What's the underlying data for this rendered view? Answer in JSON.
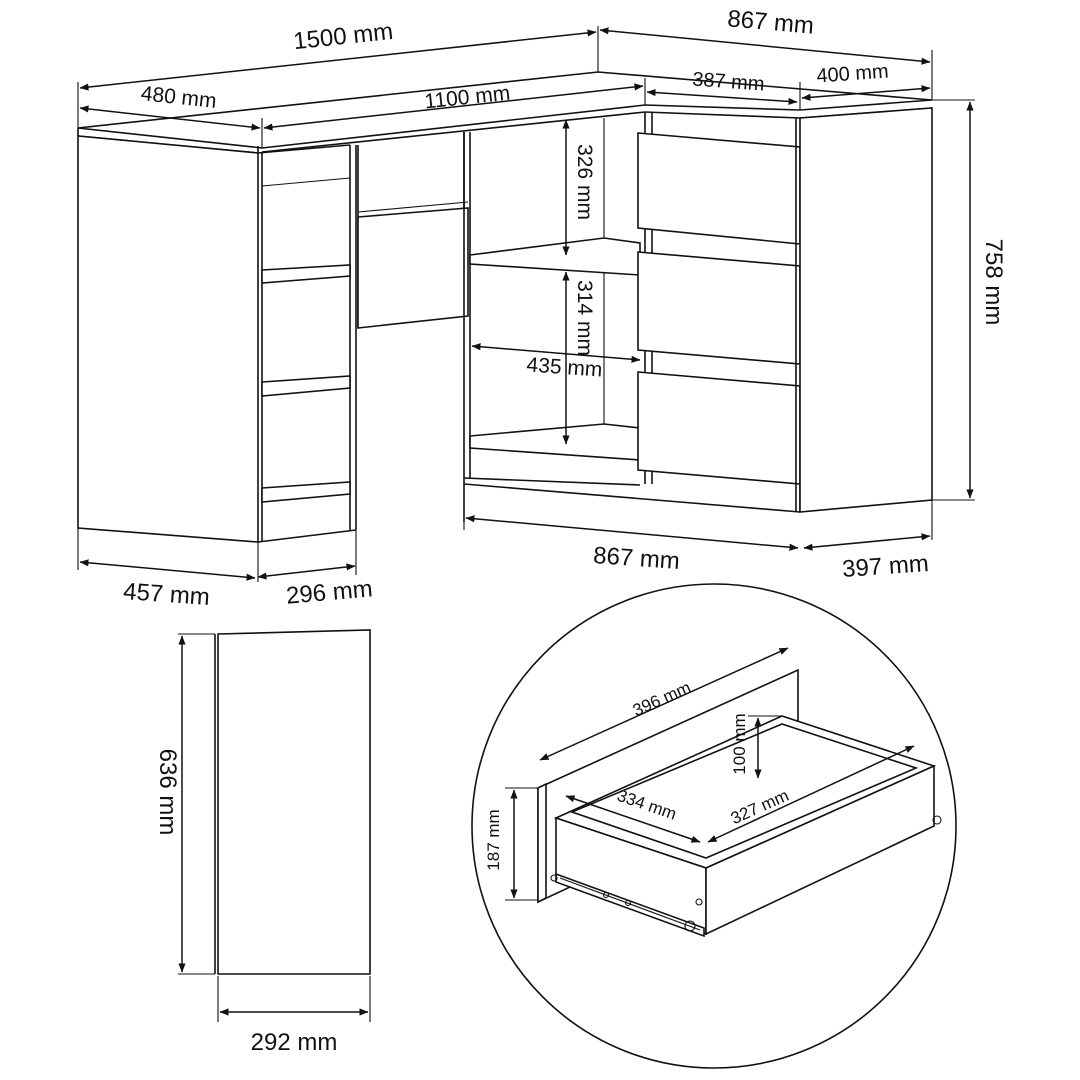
{
  "desk_dimensions": {
    "total_length": "1500 mm",
    "total_depth": "867 mm",
    "left_top_depth": "480 mm",
    "desk_top_length": "1100 mm",
    "right_inner_width": "387 mm",
    "right_side_depth": "400 mm",
    "height": "758 mm",
    "upper_compartment_height": "326 mm",
    "lower_compartment_height": "314 mm",
    "compartment_width": "435 mm",
    "base_left_width": "457 mm",
    "base_shelf_width": "296 mm",
    "base_front_length": "867 mm",
    "base_right_depth": "397 mm"
  },
  "side_panel": {
    "height": "636 mm",
    "width": "292 mm"
  },
  "drawer_detail": {
    "front_width": "396 mm",
    "inner_height": "100 mm",
    "inner_depth": "334 mm",
    "inner_width": "327 mm",
    "front_height": "187 mm"
  }
}
